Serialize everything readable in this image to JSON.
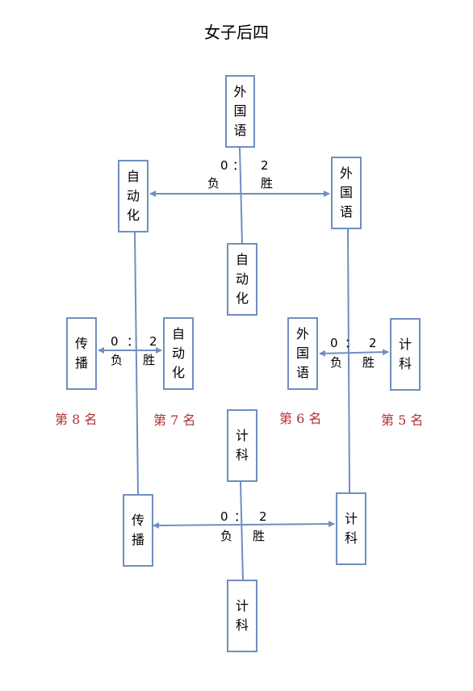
{
  "title": "女子后四",
  "boxes": {
    "top_final": [
      "外",
      "国",
      "语"
    ],
    "left_semi": [
      "自",
      "动",
      "化"
    ],
    "right_semi": [
      "外",
      "国",
      "语"
    ],
    "top_loser": [
      "自",
      "动",
      "化"
    ],
    "b8": [
      "传",
      "播"
    ],
    "b7": [
      "自",
      "动",
      "化"
    ],
    "b6": [
      "外",
      "国",
      "语"
    ],
    "b5": [
      "计",
      "科"
    ],
    "bottom_final": [
      "计",
      "科"
    ],
    "left_low": [
      "传",
      "播"
    ],
    "right_low": [
      "计",
      "科"
    ],
    "bottom_loser": [
      "计",
      "科"
    ]
  },
  "scores": {
    "top": {
      "left": "0",
      "colon": "：",
      "right": "2",
      "lose": "负",
      "win": "胜"
    },
    "left_mid": {
      "left": "0",
      "colon": "：",
      "right": "2",
      "lose": "负",
      "win": "胜"
    },
    "right_mid": {
      "left": "0",
      "colon": "：",
      "right": "2",
      "lose": "负",
      "win": "胜"
    },
    "bottom": {
      "left": "0",
      "colon": "：",
      "right": "2",
      "lose": "负",
      "win": "胜"
    }
  },
  "ranks": {
    "r8": "第 8 名",
    "r7": "第 7 名",
    "r6": "第 6 名",
    "r5": "第 5 名"
  },
  "colors": {
    "line": "#6f8fbf",
    "rank": "#b03030"
  }
}
